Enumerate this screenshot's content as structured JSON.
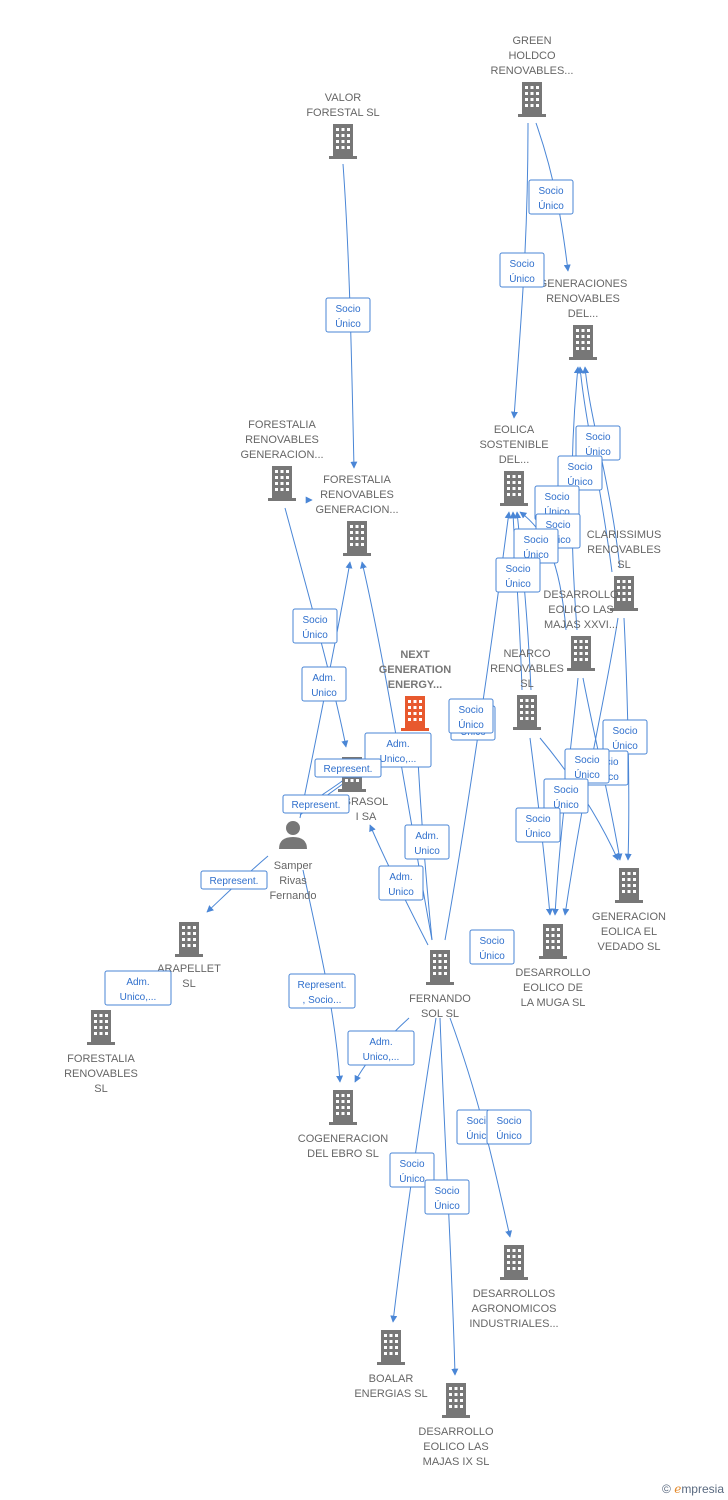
{
  "colors": {
    "edge": "#4a86d6",
    "building": "#777777",
    "focus": "#e8592e",
    "label": "#666666"
  },
  "nodes": [
    {
      "id": "green",
      "lines": [
        "GREEN",
        "HOLDCO",
        "RENOVABLES..."
      ],
      "icon": "building-icon"
    },
    {
      "id": "valor",
      "lines": [
        "VALOR",
        "FORESTAL SL"
      ],
      "icon": "building-icon"
    },
    {
      "id": "gen_ren",
      "lines": [
        "GENERACIONES",
        "RENOVABLES",
        "DEL..."
      ],
      "icon": "building-icon"
    },
    {
      "id": "forest_a",
      "lines": [
        "FORESTALIA",
        "RENOVABLES",
        "GENERACION..."
      ],
      "icon": "building-icon"
    },
    {
      "id": "forest_b",
      "lines": [
        "FORESTALIA",
        "RENOVABLES",
        "GENERACION..."
      ],
      "icon": "building-icon"
    },
    {
      "id": "eolica",
      "lines": [
        "EOLICA",
        "SOSTENIBLE",
        "DEL..."
      ],
      "icon": "building-icon"
    },
    {
      "id": "clarissimus",
      "lines": [
        "CLARISSIMUS",
        "RENOVABLES",
        "SL"
      ],
      "icon": "building-icon"
    },
    {
      "id": "desarrollo_xxvi",
      "lines": [
        "DESARROLLO",
        "EOLICO LAS",
        "MAJAS XXVI..."
      ],
      "icon": "building-icon"
    },
    {
      "id": "next",
      "lines": [
        "NEXT",
        "GENERATION",
        "ENERGY..."
      ],
      "icon": "building-icon",
      "focus": true
    },
    {
      "id": "nearco",
      "lines": [
        "NEARCO",
        "RENOVABLES",
        "SL"
      ],
      "icon": "building-icon"
    },
    {
      "id": "brasol",
      "lines": [
        "BRASOL",
        "I SA"
      ],
      "icon": "building-icon"
    },
    {
      "id": "samper",
      "lines": [
        "Samper",
        "Rivas",
        "Fernando"
      ],
      "icon": "person-icon"
    },
    {
      "id": "vedado",
      "lines": [
        "GENERACION",
        "EOLICA EL",
        "VEDADO SL"
      ],
      "icon": "building-icon"
    },
    {
      "id": "arapellet",
      "lines": [
        "ARAPELLET",
        "SL"
      ],
      "icon": "building-icon"
    },
    {
      "id": "muga",
      "lines": [
        "DESARROLLO",
        "EOLICO DE",
        "LA MUGA SL"
      ],
      "icon": "building-icon"
    },
    {
      "id": "fernando",
      "lines": [
        "FERNANDO",
        "SOL SL"
      ],
      "icon": "building-icon"
    },
    {
      "id": "forest_ren",
      "lines": [
        "FORESTALIA",
        "RENOVABLES",
        "SL"
      ],
      "icon": "building-icon"
    },
    {
      "id": "cogen",
      "lines": [
        "COGENERACION",
        "DEL EBRO  SL"
      ],
      "icon": "building-icon"
    },
    {
      "id": "agro",
      "lines": [
        "DESARROLLOS",
        "AGRONOMICOS",
        "INDUSTRIALES..."
      ],
      "icon": "building-icon"
    },
    {
      "id": "boalar",
      "lines": [
        "BOALAR",
        "ENERGIAS  SL"
      ],
      "icon": "building-icon"
    },
    {
      "id": "majas_ix",
      "lines": [
        "DESARROLLO",
        "EOLICO LAS",
        "MAJAS IX  SL"
      ],
      "icon": "building-icon"
    }
  ],
  "relations": [
    {
      "id": "r1",
      "lines": [
        "Socio",
        "Único"
      ]
    },
    {
      "id": "r2",
      "lines": [
        "Socio",
        "Único"
      ]
    },
    {
      "id": "r3",
      "lines": [
        "Socio",
        "Único"
      ]
    },
    {
      "id": "r4",
      "lines": [
        "Socio",
        "Único"
      ]
    },
    {
      "id": "r5",
      "lines": [
        "Socio",
        "Único"
      ]
    },
    {
      "id": "r6",
      "lines": [
        "Socio",
        "Único"
      ]
    },
    {
      "id": "r7",
      "lines": [
        "Socio",
        "Único"
      ]
    },
    {
      "id": "r8",
      "lines": [
        "Socio",
        "Único"
      ]
    },
    {
      "id": "r9",
      "lines": [
        "Socio",
        "Único"
      ]
    },
    {
      "id": "r10",
      "lines": [
        "Socio",
        "Único"
      ]
    },
    {
      "id": "r11",
      "lines": [
        "Socio",
        "Único"
      ]
    },
    {
      "id": "r12",
      "lines": [
        "Adm.",
        "Unico"
      ]
    },
    {
      "id": "r13",
      "lines": [
        "Adm.",
        "Unico,..."
      ]
    },
    {
      "id": "r14",
      "lines": [
        "Represent."
      ]
    },
    {
      "id": "r15",
      "lines": [
        "Represent."
      ]
    },
    {
      "id": "r16",
      "lines": [
        "Socio",
        "Único"
      ]
    },
    {
      "id": "r17",
      "lines": [
        "Socio",
        "Único"
      ]
    },
    {
      "id": "r18",
      "lines": [
        "Socio",
        "Único"
      ]
    },
    {
      "id": "r19",
      "lines": [
        "Socio",
        "Único"
      ]
    },
    {
      "id": "r20",
      "lines": [
        "Socio",
        "Único"
      ]
    },
    {
      "id": "r21",
      "lines": [
        "Socio",
        "Único"
      ]
    },
    {
      "id": "r22",
      "lines": [
        "Socio",
        "Único"
      ]
    },
    {
      "id": "r23",
      "lines": [
        "Adm.",
        "Unico"
      ]
    },
    {
      "id": "r24",
      "lines": [
        "Represent."
      ]
    },
    {
      "id": "r25",
      "lines": [
        "Adm.",
        "Unico"
      ]
    },
    {
      "id": "r26",
      "lines": [
        "Socio",
        "Único"
      ]
    },
    {
      "id": "r27",
      "lines": [
        "Adm.",
        "Unico,..."
      ]
    },
    {
      "id": "r28",
      "lines": [
        "Represent.",
        ", Socio..."
      ]
    },
    {
      "id": "r29",
      "lines": [
        "Adm.",
        "Unico,..."
      ]
    },
    {
      "id": "r30",
      "lines": [
        "Socio",
        "Único"
      ]
    },
    {
      "id": "r31",
      "lines": [
        "Socio",
        "Único"
      ]
    },
    {
      "id": "r32",
      "lines": [
        "Socio",
        "Único"
      ]
    }
  ],
  "footer": {
    "copyright": "©",
    "brand_initial": "e",
    "brand_rest": "mpresia"
  }
}
